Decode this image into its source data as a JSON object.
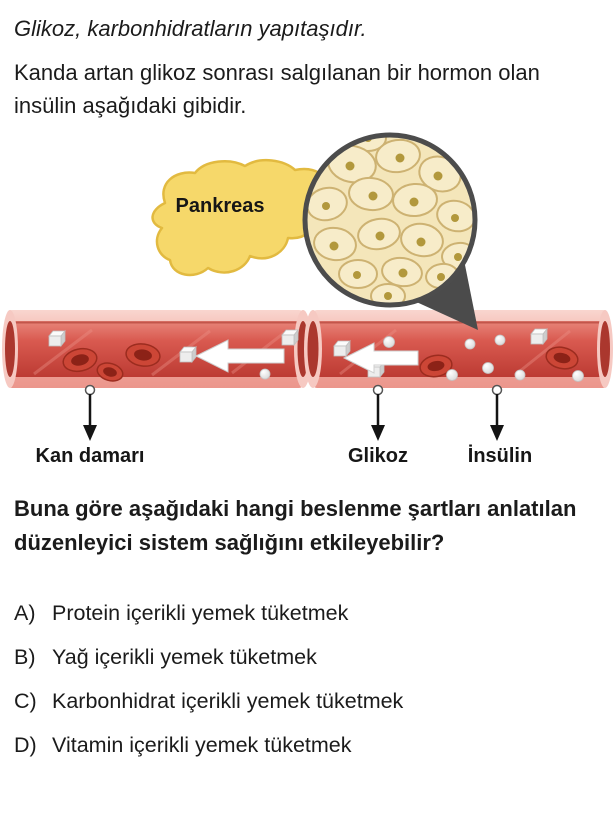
{
  "intro": {
    "line1": "Glikoz, karbonhidratların yapıtaşıdır.",
    "line2": "Kanda artan glikoz sonrası salgılanan bir hormon olan insülin aşağıdaki gibidir."
  },
  "figure": {
    "pancreas_label": "Pankreas",
    "vessel_label": "Kan damarı",
    "glucose_label": "Glikoz",
    "insulin_label": "İnsülin",
    "colors": {
      "pancreas": "#f6d86a",
      "vessel_wall": "#f0a89f",
      "vessel_lumen": "#c94a3e",
      "zoom_cell_fill": "#f4e6ba",
      "zoom_cone": "#4b4b4b"
    }
  },
  "question": {
    "text": "Buna göre aşağıdaki hangi beslenme şartları anlatılan düzenleyici sistem sağlığını etkileyebilir?"
  },
  "options": [
    {
      "letter": "A)",
      "text": "Protein içerikli yemek tüketmek"
    },
    {
      "letter": "B)",
      "text": "Yağ içerikli yemek tüketmek"
    },
    {
      "letter": "C)",
      "text": "Karbonhidrat içerikli yemek tüketmek"
    },
    {
      "letter": "D)",
      "text": "Vitamin içerikli yemek tüketmek"
    }
  ]
}
